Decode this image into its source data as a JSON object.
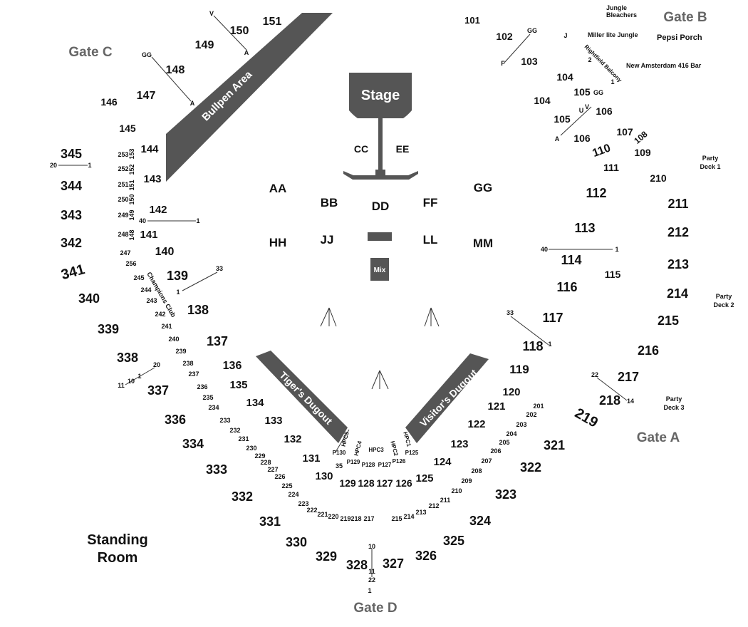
{
  "gates": {
    "a": "Gate A",
    "b": "Gate B",
    "c": "Gate C",
    "d": "Gate D"
  },
  "structures": {
    "stage": "Stage",
    "mix": "Mix",
    "bullpen": "Bullpen Area",
    "tigers_dugout": "Tiger's Dugout",
    "visitors_dugout": "Visitor's Dugout",
    "champions_club": "Champions Club"
  },
  "areas": {
    "standing_room_line1": "Standing",
    "standing_room_line2": "Room",
    "jungle_bleachers_line1": "Jungle",
    "jungle_bleachers_line2": "Bleachers",
    "miller_lite_jungle": "Miller lite Jungle",
    "pepsi_porch": "Pepsi Porch",
    "rightfield_balcony": "Rightfield Balcony",
    "new_amsterdam_bar": "New Amsterdam 416 Bar",
    "party_deck": "Party",
    "party_deck_1": "Deck 1",
    "party_deck_2": "Deck 2",
    "party_deck_3": "Deck 3"
  },
  "floor": [
    "AA",
    "BB",
    "CC",
    "DD",
    "EE",
    "FF",
    "GG",
    "HH",
    "JJ",
    "LL",
    "MM"
  ],
  "sections": {
    "s101": "101",
    "s102": "102",
    "s103": "103",
    "s104a": "104",
    "s104b": "104",
    "s105a": "105",
    "s105b": "105",
    "s106a": "106",
    "s106b": "106",
    "s107": "107",
    "s108": "108",
    "s109": "109",
    "s110": "110",
    "s111": "111",
    "s112": "112",
    "s113": "113",
    "s114": "114",
    "s115": "115",
    "s116": "116",
    "s117": "117",
    "s118": "118",
    "s119": "119",
    "s120": "120",
    "s121": "121",
    "s122": "122",
    "s123": "123",
    "s124": "124",
    "s125": "125",
    "s126": "126",
    "s127": "127",
    "s128": "128",
    "s129": "129",
    "s130": "130",
    "s131": "131",
    "s132": "132",
    "s133": "133",
    "s134": "134",
    "s135": "135",
    "s136": "136",
    "s137": "137",
    "s138": "138",
    "s139": "139",
    "s140": "140",
    "s141": "141",
    "s142": "142",
    "s143": "143",
    "s144": "144",
    "s145": "145",
    "s146": "146",
    "s147": "147",
    "s148": "148",
    "s149": "149",
    "s150": "150",
    "s151": "151",
    "s210": "210",
    "s211": "211",
    "s212": "212",
    "s213": "213",
    "s214": "214",
    "s215": "215",
    "s216": "216",
    "s217": "217",
    "s218": "218",
    "s219": "219",
    "s321": "321",
    "s322": "322",
    "s323": "323",
    "s324": "324",
    "s325": "325",
    "s326": "326",
    "s327": "327",
    "s328": "328",
    "s329": "329",
    "s330": "330",
    "s331": "331",
    "s332": "332",
    "s333": "333",
    "s334": "334",
    "s336": "336",
    "s337": "337",
    "s338": "338",
    "s339": "339",
    "s340": "340",
    "s341": "341",
    "s342": "342",
    "s343": "343",
    "s344": "344",
    "s345": "345"
  },
  "small_labels": {
    "left_column": [
      "253",
      "252",
      "251",
      "250",
      "249",
      "248",
      "153",
      "152",
      "151",
      "150",
      "149",
      "148"
    ],
    "left_arc": [
      "247",
      "256",
      "245",
      "244",
      "243",
      "242",
      "241",
      "240",
      "239",
      "238",
      "237",
      "236",
      "235",
      "234",
      "233",
      "232",
      "231",
      "230",
      "229",
      "228",
      "227",
      "226",
      "225",
      "224",
      "223",
      "222",
      "221",
      "220",
      "219",
      "218",
      "217"
    ],
    "right_arc": [
      "215",
      "214",
      "213",
      "212",
      "211",
      "210",
      "209",
      "208",
      "207",
      "206",
      "205",
      "204",
      "203",
      "202",
      "201"
    ],
    "hpc": [
      "HPC5",
      "HPC4",
      "HPC3",
      "HPC2",
      "HPC1"
    ],
    "pit": [
      "P130",
      "P129",
      "P128",
      "P127",
      "P126",
      "P125"
    ],
    "row_marks": [
      "V",
      "A",
      "GG",
      "A",
      "GG",
      "F",
      "GG",
      "V",
      "U",
      "A",
      "J",
      "2",
      "1",
      "20",
      "1",
      "40",
      "1",
      "33",
      "1",
      "20",
      "11",
      "10",
      "1",
      "10",
      "11",
      "22",
      "1",
      "40",
      "1",
      "33",
      "1",
      "22",
      "14",
      "35"
    ]
  }
}
